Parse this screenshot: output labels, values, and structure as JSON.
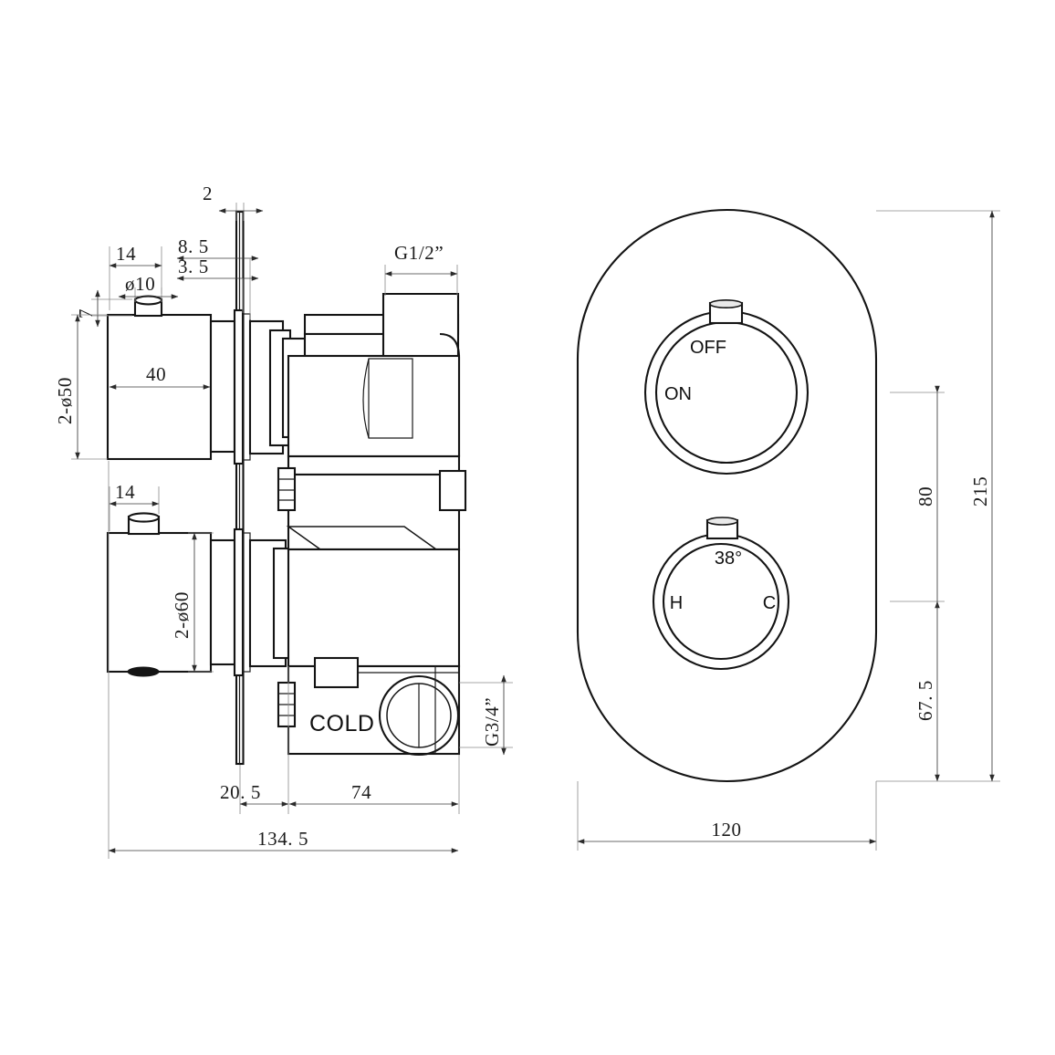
{
  "sheet": {
    "background_color": "#ffffff",
    "line_color": "#141414",
    "dimension_line_color": "#3a3a3a",
    "extension_line_color": "#8a8a8a",
    "units_note": "",
    "drawing_type": "engineering-dimension-drawing",
    "subject": "concealed thermostatic shower mixer valve"
  },
  "views": {
    "side_view": {
      "name": "side-section-view",
      "dimensions": {
        "handle_base_width_upper": "14",
        "spindle_diameter": "ø10",
        "spindle_height": "7",
        "upper_knob_height": "2-ø50",
        "upper_body_width": "40",
        "plate_thickness": "2",
        "offset_outer": "8. 5",
        "offset_inner": "3. 5",
        "handle_base_width_lower": "14",
        "lower_knob_height": "2-ø60",
        "inlet_thread_top": "G1/2”",
        "outlet_thread_bottom": "G3/4”",
        "plate_to_body": "20. 5",
        "body_depth": "74",
        "overall_depth": "134. 5"
      },
      "labels": {
        "cold_port": "COLD"
      }
    },
    "front_view": {
      "name": "front-faceplate-view",
      "plate_shape": "oval-rounded-rectangle",
      "dimensions": {
        "plate_width": "120",
        "plate_height": "215",
        "knob_centre_spacing": "80",
        "lower_knob_centre_from_bottom": "67. 5"
      },
      "controls": [
        {
          "name": "flow-control-knob",
          "position": "upper",
          "labels": [
            "OFF",
            "ON"
          ]
        },
        {
          "name": "temperature-control-knob",
          "position": "lower",
          "labels": [
            "38°",
            "H",
            "C"
          ]
        }
      ]
    }
  },
  "text_items": {
    "d_14_upper": "14",
    "d_dia10": "ø10",
    "d_7": "7",
    "d_2dia50": "2-ø50",
    "d_40": "40",
    "d_2": "2",
    "d_85": "8. 5",
    "d_35": "3. 5",
    "d_g12": "G1/2”",
    "d_14_lower": "14",
    "d_2dia60": "2-ø60",
    "d_cold": "COLD",
    "d_g34": "G3/4”",
    "d_205": "20. 5",
    "d_74": "74",
    "d_1345": "134. 5",
    "d_off": "OFF",
    "d_on": "ON",
    "d_38deg": "38°",
    "d_h": "H",
    "d_c": "C",
    "d_80": "80",
    "d_215": "215",
    "d_675": "67. 5",
    "d_120": "120"
  }
}
